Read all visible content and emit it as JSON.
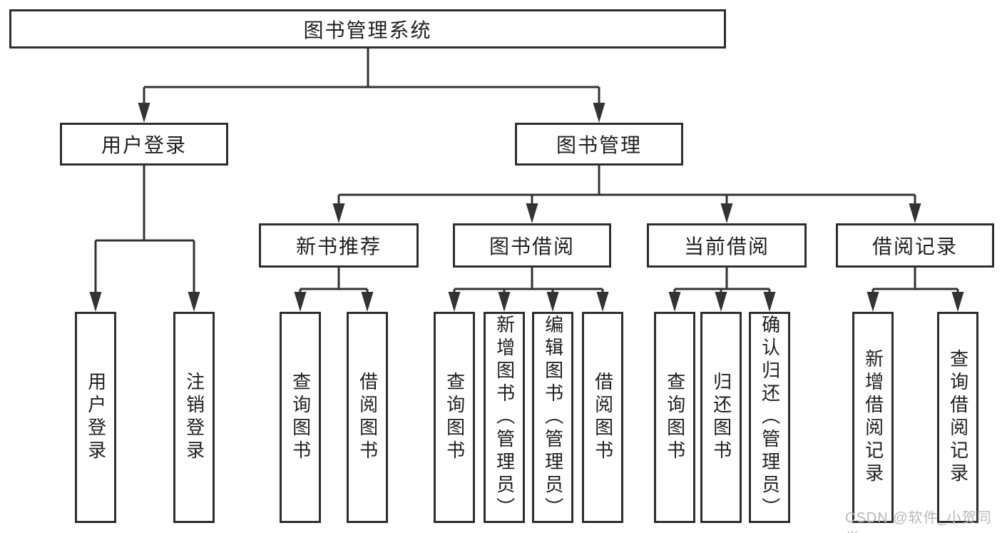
{
  "tree": {
    "root": "图书管理系统",
    "branches": [
      {
        "label": "用户登录",
        "children": [
          "用户登录",
          "注销登录"
        ]
      },
      {
        "label": "图书管理",
        "groups": [
          {
            "label": "新书推荐",
            "children": [
              "查询图书",
              "借阅图书"
            ]
          },
          {
            "label": "图书借阅",
            "children": [
              "查询图书",
              "新增图书（管理员）",
              "编辑图书（管理员）",
              "借阅图书"
            ]
          },
          {
            "label": "当前借阅",
            "children": [
              "查询图书",
              "归还图书",
              "确认归还（管理员）"
            ]
          },
          {
            "label": "借阅记录",
            "children": [
              "新增借阅记录",
              "查询借阅记录"
            ]
          }
        ]
      }
    ]
  },
  "watermark": "CSDN @软件_小贺同学",
  "colors": {
    "line": "#333333",
    "border": "#2e2e2e",
    "text": "#1f1f1f",
    "watermark": "#b8b8b8",
    "background": "#ffffff"
  }
}
